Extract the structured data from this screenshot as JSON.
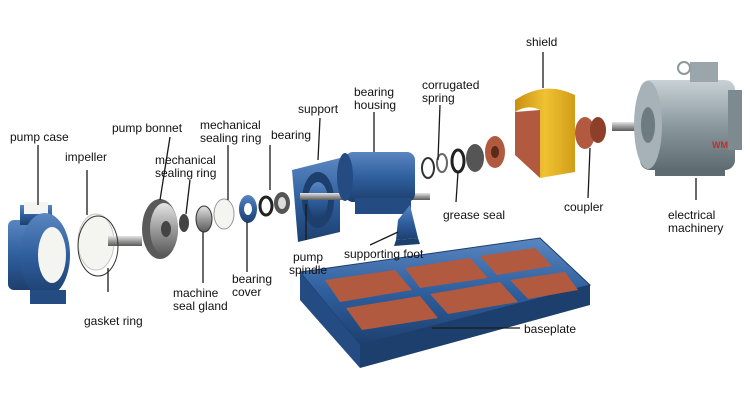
{
  "colors": {
    "pump_blue": "#2f5f9e",
    "pump_blue_dark": "#1d3f6e",
    "rust": "#b25a3f",
    "shield_yellow": "#e6b422",
    "motor_grey": "#8c9aa0",
    "ptfe_white": "#f4f4f0",
    "leader_line": "#1a1a1a"
  },
  "labels": {
    "shield": "shield",
    "corrugated_spring": "corrugated\nspring",
    "bearing_housing": "bearing\nhousing",
    "support": "support",
    "bearing": "bearing",
    "mechanical_sealing_ring_top": "mechanical\nsealing ring",
    "pump_bonnet": "pump bonnet",
    "mechanical_sealing_ring_left": "mechanical\nsealing ring",
    "pump_case": "pump case",
    "impeller": "impeller",
    "gasket_ring": "gasket ring",
    "machine_seal_gland": "machine\nseal gland",
    "bearing_cover": "bearing\ncover",
    "pump_spindle": "pump\nspindle",
    "supporting_foot": "supporting foot",
    "grease_seal": "grease seal",
    "coupler": "coupler",
    "electrical_machinery": "electrical\nmachinery",
    "baseplate": "baseplate"
  },
  "motor_badge": "WM"
}
